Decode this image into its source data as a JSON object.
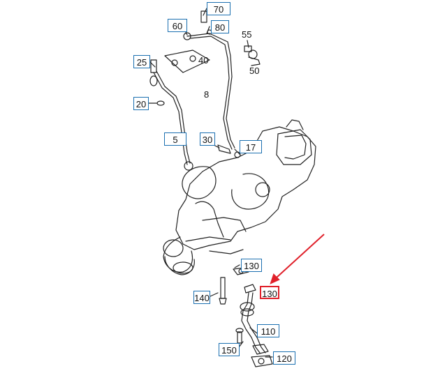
{
  "callouts": [
    {
      "id": "c70",
      "text": "70",
      "selected": false
    },
    {
      "id": "c60",
      "text": "60",
      "selected": false
    },
    {
      "id": "c80",
      "text": "80",
      "selected": false
    },
    {
      "id": "c25",
      "text": "25",
      "selected": false
    },
    {
      "id": "c20",
      "text": "20",
      "selected": false
    },
    {
      "id": "c5",
      "text": "5",
      "selected": false
    },
    {
      "id": "c30a",
      "text": "30",
      "selected": false
    },
    {
      "id": "c17",
      "text": "17",
      "selected": false
    },
    {
      "id": "c130a",
      "text": "130",
      "selected": false
    },
    {
      "id": "c130b",
      "text": "130",
      "selected": true
    },
    {
      "id": "c140",
      "text": "140",
      "selected": false
    },
    {
      "id": "c110",
      "text": "110",
      "selected": false
    },
    {
      "id": "c150",
      "text": "150",
      "selected": false
    },
    {
      "id": "c120",
      "text": "120",
      "selected": false
    }
  ],
  "plain_labels": [
    {
      "id": "p55",
      "text": "55"
    },
    {
      "id": "p40",
      "text": "40"
    },
    {
      "id": "p50",
      "text": "50"
    },
    {
      "id": "p8",
      "text": "8"
    }
  ],
  "colors": {
    "callout_border": "#1a6fb0",
    "highlight": "#e0202a",
    "line": "#222222"
  }
}
